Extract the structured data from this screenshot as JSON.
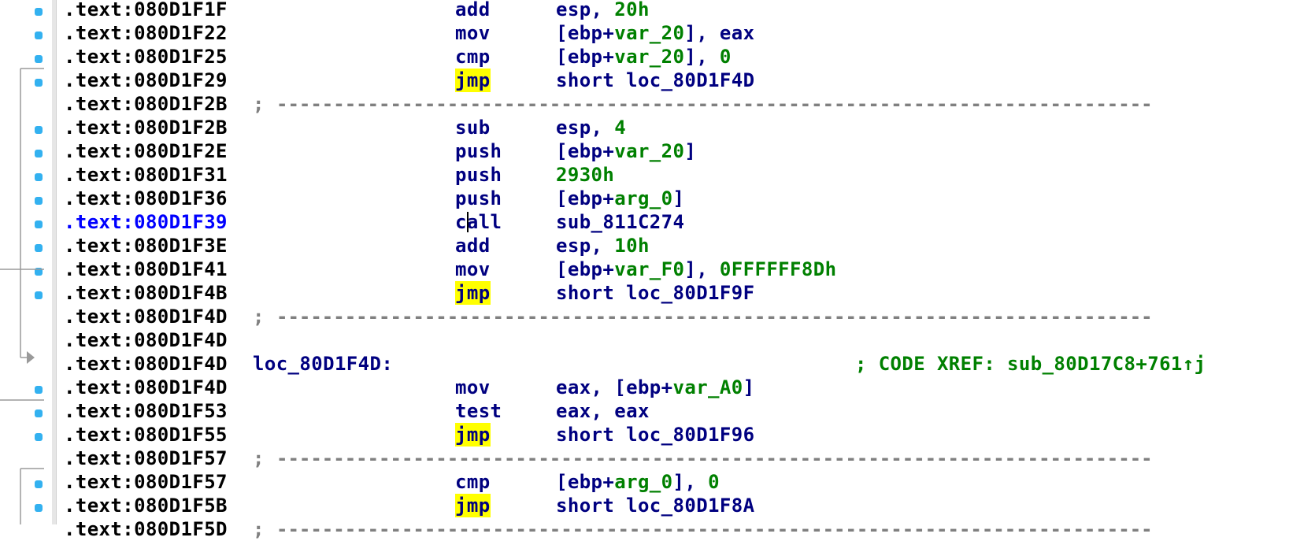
{
  "colors": {
    "address": "#000000",
    "current_address": "#0000ff",
    "mnemonic": "#000080",
    "number": "#008000",
    "comment": "#008000",
    "highlight": "#ffff00",
    "breakpoint_dot": "#33b1f0",
    "flow_line": "#9a9a9a"
  },
  "listing": {
    "rows": [
      {
        "type": "ins",
        "addr": ".text:080D1F1F",
        "mnem": "add",
        "ops": [
          {
            "t": "esp, ",
            "k": "name"
          },
          {
            "t": "20h",
            "k": "num"
          }
        ],
        "dot": true,
        "cut": true
      },
      {
        "type": "ins",
        "addr": ".text:080D1F22",
        "mnem": "mov",
        "ops": [
          {
            "t": "[ebp+",
            "k": "name"
          },
          {
            "t": "var_20",
            "k": "num"
          },
          {
            "t": "], eax",
            "k": "name"
          }
        ],
        "dot": true
      },
      {
        "type": "ins",
        "addr": ".text:080D1F25",
        "mnem": "cmp",
        "ops": [
          {
            "t": "[ebp+",
            "k": "name"
          },
          {
            "t": "var_20",
            "k": "num"
          },
          {
            "t": "], ",
            "k": "name"
          },
          {
            "t": "0",
            "k": "num"
          }
        ],
        "dot": true
      },
      {
        "type": "ins",
        "addr": ".text:080D1F29",
        "mnem": "jmp",
        "hl": true,
        "ops": [
          {
            "t": "short loc_80D1F4D",
            "k": "name"
          }
        ],
        "dot": true
      },
      {
        "type": "sep",
        "addr": ".text:080D1F2B",
        "sep": ";",
        "dash": "-----------------------------------------------------------------------------"
      },
      {
        "type": "ins",
        "addr": ".text:080D1F2B",
        "mnem": "sub",
        "ops": [
          {
            "t": "esp, ",
            "k": "name"
          },
          {
            "t": "4",
            "k": "num"
          }
        ],
        "dot": true
      },
      {
        "type": "ins",
        "addr": ".text:080D1F2E",
        "mnem": "push",
        "ops": [
          {
            "t": "[ebp+",
            "k": "name"
          },
          {
            "t": "var_20",
            "k": "num"
          },
          {
            "t": "]",
            "k": "name"
          }
        ],
        "dot": true
      },
      {
        "type": "ins",
        "addr": ".text:080D1F31",
        "mnem": "push",
        "ops": [
          {
            "t": "2930h",
            "k": "num"
          }
        ],
        "dot": true
      },
      {
        "type": "ins",
        "addr": ".text:080D1F36",
        "mnem": "push",
        "ops": [
          {
            "t": "[ebp+",
            "k": "name"
          },
          {
            "t": "arg_0",
            "k": "num"
          },
          {
            "t": "]",
            "k": "name"
          }
        ],
        "dot": true
      },
      {
        "type": "ins",
        "addr": ".text:080D1F39",
        "current": true,
        "mnem": "call",
        "caret": 1,
        "ops": [
          {
            "t": "sub_811C274",
            "k": "name"
          }
        ],
        "dot": true
      },
      {
        "type": "ins",
        "addr": ".text:080D1F3E",
        "mnem": "add",
        "ops": [
          {
            "t": "esp, ",
            "k": "name"
          },
          {
            "t": "10h",
            "k": "num"
          }
        ],
        "dot": true
      },
      {
        "type": "ins",
        "addr": ".text:080D1F41",
        "mnem": "mov",
        "ops": [
          {
            "t": "[ebp+",
            "k": "name"
          },
          {
            "t": "var_F0",
            "k": "num"
          },
          {
            "t": "], ",
            "k": "name"
          },
          {
            "t": "0FFFFFF8Dh",
            "k": "num"
          }
        ],
        "dot": true
      },
      {
        "type": "ins",
        "addr": ".text:080D1F4B",
        "mnem": "jmp",
        "hl": true,
        "ops": [
          {
            "t": "short loc_80D1F9F",
            "k": "name"
          }
        ],
        "dot": true
      },
      {
        "type": "sep",
        "addr": ".text:080D1F4D",
        "sep": ";",
        "dash": "-----------------------------------------------------------------------------"
      },
      {
        "type": "blank",
        "addr": ".text:080D1F4D"
      },
      {
        "type": "label",
        "addr": ".text:080D1F4D",
        "label": "loc_80D1F4D:",
        "comment": "; CODE XREF: sub_80D17C8+761↑j"
      },
      {
        "type": "ins",
        "addr": ".text:080D1F4D",
        "mnem": "mov",
        "ops": [
          {
            "t": "eax, [ebp+",
            "k": "name"
          },
          {
            "t": "var_A0",
            "k": "num"
          },
          {
            "t": "]",
            "k": "name"
          }
        ],
        "dot": true,
        "arrow": true
      },
      {
        "type": "ins",
        "addr": ".text:080D1F53",
        "mnem": "test",
        "ops": [
          {
            "t": "eax, eax",
            "k": "name"
          }
        ],
        "dot": true
      },
      {
        "type": "ins",
        "addr": ".text:080D1F55",
        "mnem": "jmp",
        "hl": true,
        "ops": [
          {
            "t": "short loc_80D1F96",
            "k": "name"
          }
        ],
        "dot": true
      },
      {
        "type": "sep",
        "addr": ".text:080D1F57",
        "sep": ";",
        "dash": "-----------------------------------------------------------------------------"
      },
      {
        "type": "ins",
        "addr": ".text:080D1F57",
        "mnem": "cmp",
        "ops": [
          {
            "t": "[ebp+",
            "k": "name"
          },
          {
            "t": "arg_0",
            "k": "num"
          },
          {
            "t": "], ",
            "k": "name"
          },
          {
            "t": "0",
            "k": "num"
          }
        ],
        "dot": true
      },
      {
        "type": "ins",
        "addr": ".text:080D1F5B",
        "mnem": "jmp",
        "hl": true,
        "ops": [
          {
            "t": "short loc_80D1F8A",
            "k": "name"
          }
        ],
        "dot": true
      },
      {
        "type": "sep",
        "addr": ".text:080D1F5D",
        "sep": ";",
        "dash": "-----------------------------------------------------------------------------"
      }
    ]
  }
}
